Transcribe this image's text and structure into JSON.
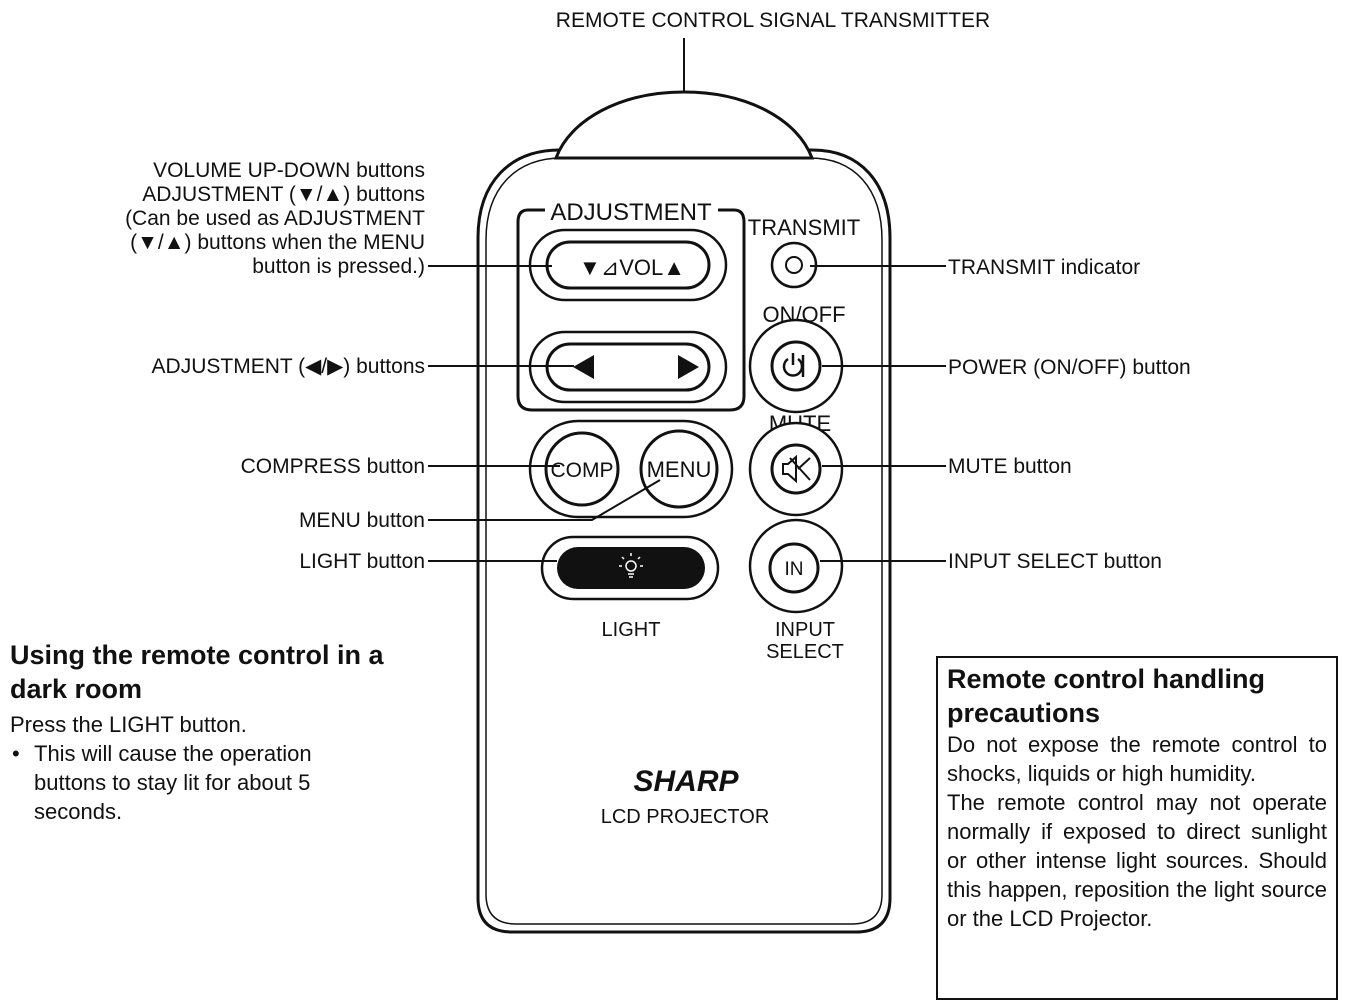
{
  "callouts": {
    "transmitter": "REMOTE CONTROL SIGNAL TRANSMITTER",
    "volume_lines": [
      "VOLUME UP-DOWN buttons",
      "ADJUSTMENT (▼/▲) buttons",
      "(Can be used as ADJUSTMENT",
      "(▼/▲) buttons when the MENU",
      "button is pressed.)"
    ],
    "adjustment_lr": "ADJUSTMENT (◀/▶) buttons",
    "compress": "COMPRESS button",
    "menu": "MENU button",
    "light": "LIGHT button",
    "transmit_indicator": "TRANSMIT indicator",
    "power": "POWER (ON/OFF) button",
    "mute": "MUTE button",
    "input_select": "INPUT SELECT button"
  },
  "remote": {
    "adjustment_label": "ADJUSTMENT",
    "transmit_label": "TRANSMIT",
    "onoff_label": "ON/OFF",
    "mute_label": "MUTE",
    "vol_label": "▼⊿VOL▲",
    "comp_label": "COMP",
    "menu_label": "MENU",
    "in_label": "IN",
    "light_label": "LIGHT",
    "input_select_label_1": "INPUT",
    "input_select_label_2": "SELECT",
    "brand": "SHARP",
    "model": "LCD PROJECTOR",
    "icons": [
      "power-icon",
      "mute-speaker-icon",
      "light-bulb-icon",
      "left-arrow-icon",
      "right-arrow-icon"
    ]
  },
  "dark_room": {
    "title": "Using the remote control in a dark room",
    "instruction": "Press the LIGHT button.",
    "bullet": "This will cause the operation buttons to stay lit for about 5 seconds."
  },
  "precautions": {
    "title": "Remote control handling precautions",
    "paragraph_1": "Do not expose the remote control to shocks, liquids or high humidity.",
    "paragraph_2": "The remote control may not operate normally if exposed to direct sunlight or other intense light sources. Should this happen, reposition the light source or the LCD Projector."
  },
  "colors": {
    "ink": "#111111",
    "paper": "#ffffff"
  }
}
